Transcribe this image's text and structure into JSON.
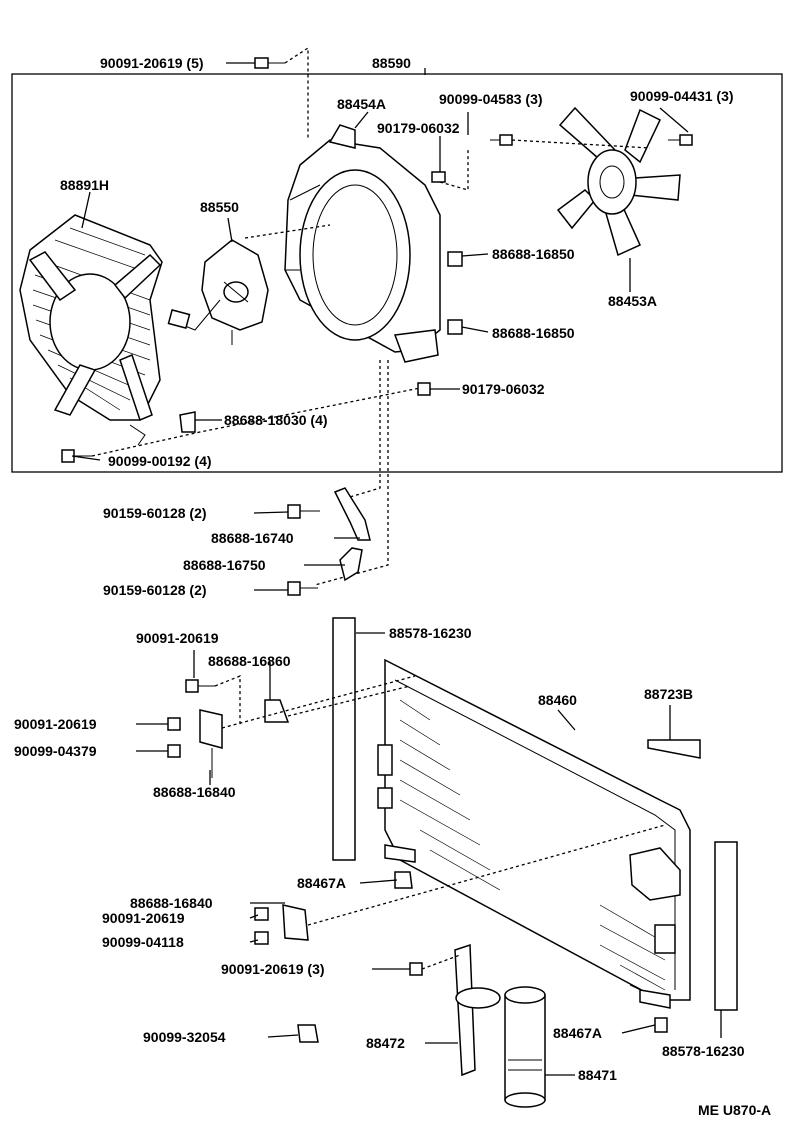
{
  "diagram": {
    "assembly_label": "88590",
    "footer_code": "ME U870-A",
    "labels": {
      "bolt_top": "90091-20619 (5)",
      "bracket_shroud": "88454A",
      "screw_top_mid": "90099-04583 (3)",
      "screw_top_right": "90099-04431 (3)",
      "nut_shroud": "90179-06032",
      "shroud_guard": "88891H",
      "motor": "88550",
      "grommet_upper": "88688-16850",
      "fan": "88453A",
      "grommet_lower": "88688-16850",
      "nut_lower": "90179-06032",
      "clip_guard": "88688-18030 (4)",
      "screw_guard": "90099-00192 (4)",
      "bolt_bracket_upper": "90159-60128 (2)",
      "bracket_upper": "88688-16740",
      "bracket_lower": "88688-16750",
      "bolt_bracket_lower": "90159-60128 (2)",
      "seal_left": "88578-16230",
      "bolt_cond_1": "90091-20619",
      "clip_cond": "88688-16860",
      "condenser": "88460",
      "label_plate": "88723B",
      "bolt_cond_2": "90091-20619",
      "screw_cond": "90099-04379",
      "bracket_cond_1": "88688-16840",
      "cushion_1": "88467A",
      "bracket_cond_2": "88688-16840",
      "bolt_cond_3": "90091-20619",
      "screw_cond_2": "90099-04118",
      "bolt_receiver": "90091-20619 (3)",
      "plug": "90099-32054",
      "cushion_2": "88467A",
      "bracket_receiver": "88472",
      "seal_right": "88578-16230",
      "receiver": "88471"
    }
  }
}
